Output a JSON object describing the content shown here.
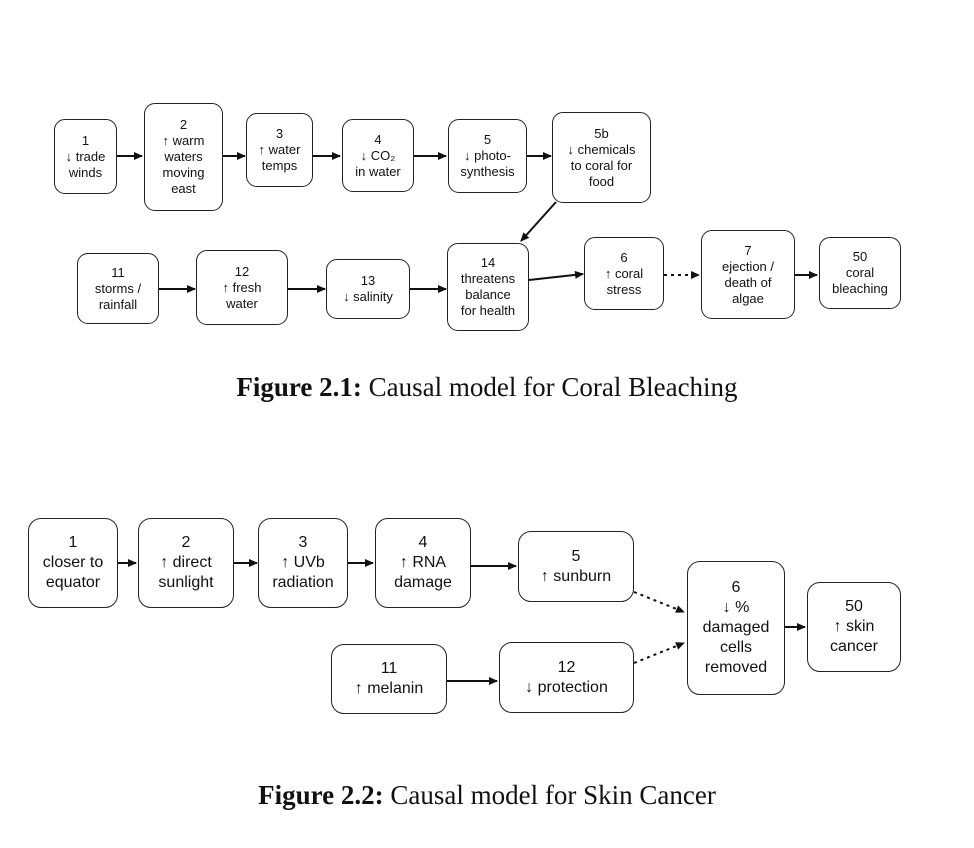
{
  "figure1": {
    "caption_label": "Figure 2.1:",
    "caption_text": "Causal model for Coral Bleaching",
    "nodes": {
      "n1": "1\n↓ trade\nwinds",
      "n2": "2\n↑ warm\nwaters\nmoving\neast",
      "n3": "3\n↑ water\ntemps",
      "n4": "4\n↓ CO₂\nin water",
      "n5": "5\n↓ photo-\nsynthesis",
      "n5b": "5b\n↓ chemicals\nto coral for\nfood",
      "n11": "11\nstorms /\nrainfall",
      "n12": "12\n↑ fresh\nwater",
      "n13": "13\n↓  salinity",
      "n14": "14\nthreatens\nbalance\nfor health",
      "n6": "6\n↑ coral\nstress",
      "n7": "7\nejection /\ndeath of\nalgae",
      "n50": "50\ncoral\nbleaching"
    }
  },
  "figure2": {
    "caption_label": "Figure 2.2:",
    "caption_text": "Causal model for Skin Cancer",
    "nodes": {
      "n1": "1\ncloser to\nequator",
      "n2": "2\n↑ direct\nsunlight",
      "n3": "3\n↑ UVb\nradiation",
      "n4": "4\n↑ RNA\ndamage",
      "n5": "5\n↑ sunburn",
      "n6": "6\n↓  %\ndamaged\ncells\nremoved",
      "n50": "50\n↑ skin\ncancer",
      "n11": "11\n↑ melanin",
      "n12": "12\n↓ protection"
    }
  }
}
